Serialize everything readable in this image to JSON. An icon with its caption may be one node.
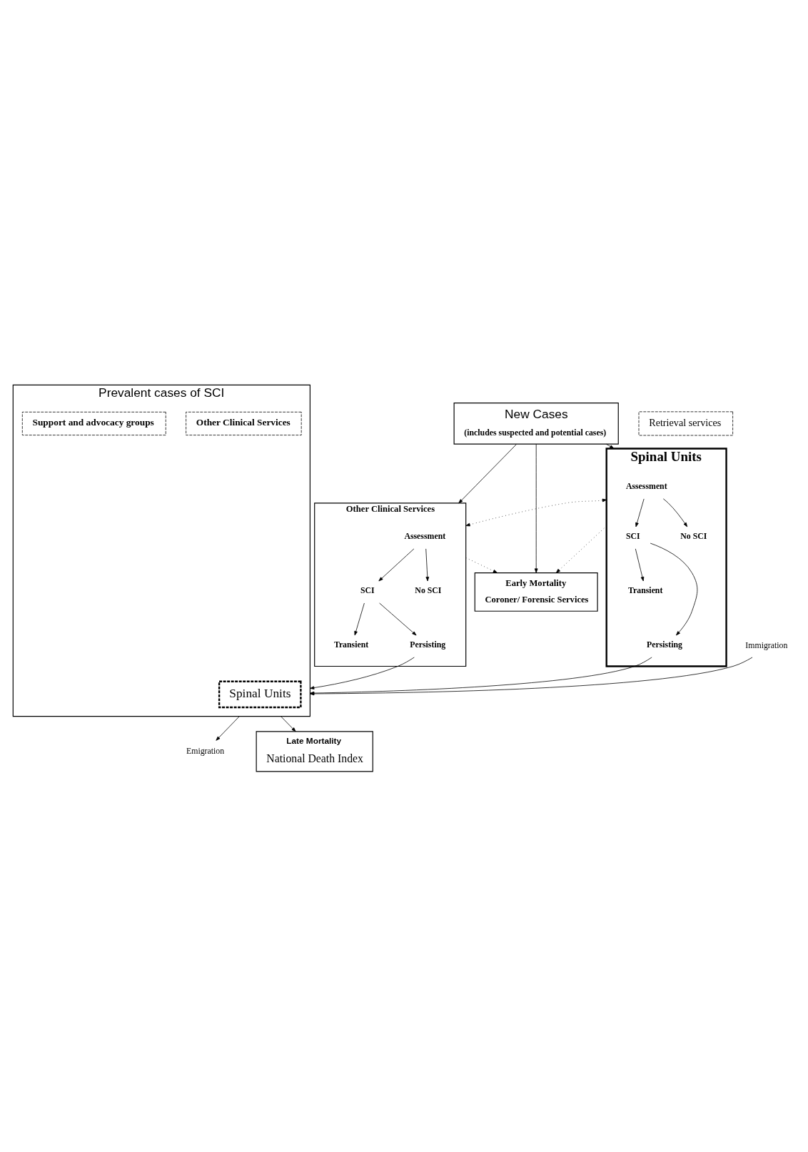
{
  "diagram": {
    "nodes": [
      {
        "text": [
          "New Cases",
          "(includes suspected and potential cases)"
        ]
      },
      {
        "text": [
          "Retrieval services"
        ]
      },
      {
        "text": [
          "Spinal Units"
        ]
      },
      {
        "text": [
          "Assessment"
        ],
        "in": 2
      },
      {
        "text": [
          "SCI"
        ],
        "in": 2
      },
      {
        "text": [
          "No SCI"
        ],
        "in": 2
      },
      {
        "text": [
          "Transient"
        ],
        "in": 2
      },
      {
        "text": [
          "Persisting"
        ],
        "in": 2
      },
      {
        "text": [
          "Other Clinical Services"
        ]
      },
      {
        "text": [
          "Assessment"
        ],
        "in": 8
      },
      {
        "text": [
          "SCI"
        ],
        "in": 8
      },
      {
        "text": [
          "No SCI"
        ],
        "in": 8
      },
      {
        "text": [
          "Transient"
        ],
        "in": 8
      },
      {
        "text": [
          "Persisting"
        ],
        "in": 8
      },
      {
        "text": [
          "Early Mortality",
          "Coroner/ Forensic Services"
        ]
      },
      {
        "text": [
          "Immigration"
        ]
      },
      {
        "text": [
          "Prevalent cases of SCI"
        ]
      },
      {
        "text": [
          "Spinal Units"
        ],
        "in": 16
      },
      {
        "text": [
          "Other Clinical Services"
        ],
        "in": 16
      },
      {
        "text": [
          "Support and advocacy groups"
        ],
        "in": 16
      },
      {
        "text": [
          "Emigration"
        ]
      },
      {
        "text": [
          "Late Mortality",
          "National Death Index"
        ]
      }
    ],
    "edges": [
      {
        "from": 0,
        "to": 2,
        "arrow": "to"
      },
      {
        "from": 0,
        "to": 8,
        "arrow": "to"
      },
      {
        "from": 0,
        "to": 14,
        "arrow": "to"
      },
      {
        "from": 3,
        "to": 4,
        "arrow": "to"
      },
      {
        "from": 3,
        "to": 5,
        "arrow": "to"
      },
      {
        "from": 4,
        "to": 6,
        "arrow": "to"
      },
      {
        "from": 4,
        "to": 7,
        "arrow": "to"
      },
      {
        "from": 9,
        "to": 10,
        "arrow": "to"
      },
      {
        "from": 9,
        "to": 11,
        "arrow": "to"
      },
      {
        "from": 10,
        "to": 12,
        "arrow": "to"
      },
      {
        "from": 10,
        "to": 13,
        "arrow": "to"
      },
      {
        "from": 2,
        "to": 8,
        "arrow": "both",
        "style": "dashed"
      },
      {
        "from": 8,
        "to": 14,
        "arrow": "to",
        "style": "dashed"
      },
      {
        "from": 2,
        "to": 14,
        "arrow": "to",
        "style": "dashed"
      },
      {
        "from": 7,
        "to": 16,
        "arrow": "to"
      },
      {
        "from": 13,
        "to": 16,
        "arrow": "to"
      },
      {
        "from": 15,
        "to": 16,
        "arrow": "to"
      },
      {
        "from": 16,
        "to": 20,
        "arrow": "to"
      },
      {
        "from": 16,
        "to": 21,
        "arrow": "to"
      }
    ]
  }
}
